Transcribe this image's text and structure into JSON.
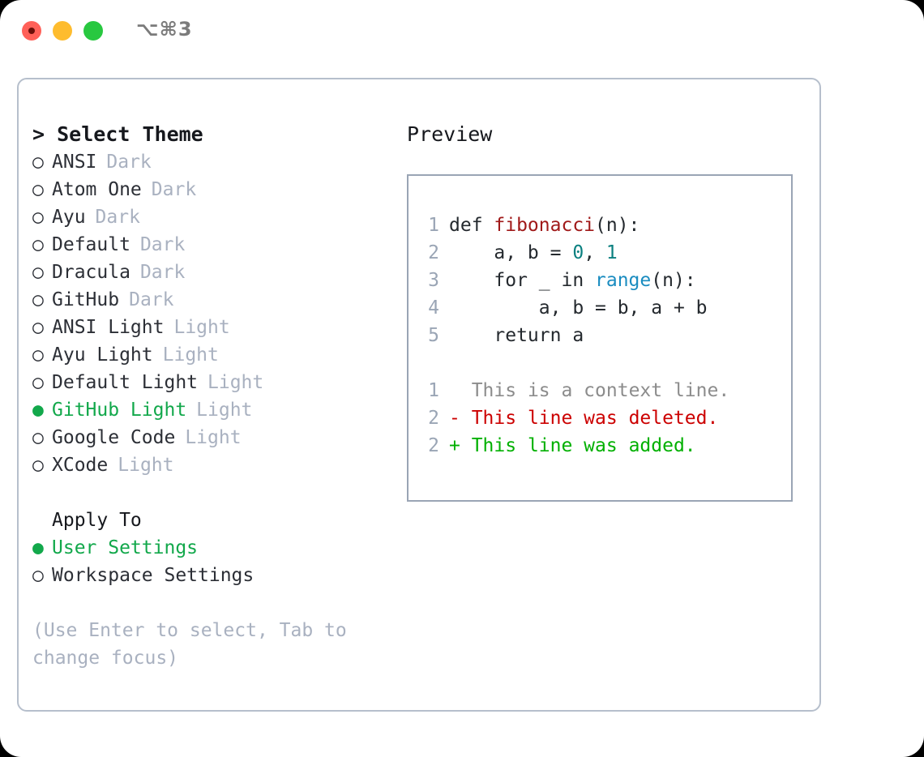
{
  "titlebar": {
    "shortcut": "⌥⌘3",
    "buttons": [
      {
        "name": "close",
        "color": "#ff6058"
      },
      {
        "name": "minimize",
        "color": "#febc2e"
      },
      {
        "name": "maximize",
        "color": "#28c840"
      }
    ]
  },
  "left": {
    "heading": "> Select Theme",
    "themes": [
      {
        "bullet": "○",
        "name": "ANSI",
        "tag": "Dark",
        "selected": false
      },
      {
        "bullet": "○",
        "name": "Atom One",
        "tag": "Dark",
        "selected": false
      },
      {
        "bullet": "○",
        "name": "Ayu",
        "tag": "Dark",
        "selected": false
      },
      {
        "bullet": "○",
        "name": "Default",
        "tag": "Dark",
        "selected": false
      },
      {
        "bullet": "○",
        "name": "Dracula",
        "tag": "Dark",
        "selected": false
      },
      {
        "bullet": "○",
        "name": "GitHub",
        "tag": "Dark",
        "selected": false
      },
      {
        "bullet": "○",
        "name": "ANSI Light",
        "tag": "Light",
        "selected": false
      },
      {
        "bullet": "○",
        "name": "Ayu Light",
        "tag": "Light",
        "selected": false
      },
      {
        "bullet": "○",
        "name": "Default Light",
        "tag": "Light",
        "selected": false
      },
      {
        "bullet": "●",
        "name": "GitHub Light",
        "tag": "Light",
        "selected": true
      },
      {
        "bullet": "○",
        "name": "Google Code",
        "tag": "Light",
        "selected": false
      },
      {
        "bullet": "○",
        "name": "XCode",
        "tag": "Light",
        "selected": false
      }
    ],
    "apply_to": {
      "heading": "Apply To",
      "options": [
        {
          "bullet": "●",
          "name": "User Settings",
          "selected": true
        },
        {
          "bullet": "○",
          "name": "Workspace Settings",
          "selected": false
        }
      ]
    },
    "hint": "(Use Enter to select, Tab to change focus)"
  },
  "right": {
    "preview_label": "Preview",
    "code_lines": [
      {
        "number": "1",
        "tokens": [
          {
            "text": "def ",
            "kind": "plain"
          },
          {
            "text": "fibonacci",
            "kind": "fn"
          },
          {
            "text": "(n):",
            "kind": "plain"
          }
        ]
      },
      {
        "number": "2",
        "tokens": [
          {
            "text": "    a, b = ",
            "kind": "plain"
          },
          {
            "text": "0",
            "kind": "num"
          },
          {
            "text": ", ",
            "kind": "plain"
          },
          {
            "text": "1",
            "kind": "num"
          }
        ]
      },
      {
        "number": "3",
        "tokens": [
          {
            "text": "    for _ in ",
            "kind": "plain"
          },
          {
            "text": "range",
            "kind": "call"
          },
          {
            "text": "(n):",
            "kind": "plain"
          }
        ]
      },
      {
        "number": "4",
        "tokens": [
          {
            "text": "        a, b = b, a + b",
            "kind": "plain"
          }
        ]
      },
      {
        "number": "5",
        "tokens": [
          {
            "text": "    return a",
            "kind": "plain"
          }
        ]
      }
    ],
    "diff_lines": [
      {
        "number": "1",
        "marker": " ",
        "text": " This is a context line.",
        "kind": "context"
      },
      {
        "number": "2",
        "marker": "-",
        "text": " This line was deleted.",
        "kind": "deleted"
      },
      {
        "number": "2",
        "marker": "+",
        "text": " This line was added.",
        "kind": "added"
      }
    ]
  },
  "colors": {
    "accent_green": "#12a84b",
    "muted": "#a9b1c0",
    "border": "#b6bfcc",
    "preview_border": "#9aa5b5",
    "syntax_function": "#a01919",
    "syntax_number": "#0b8080",
    "syntax_call": "#1a8cc0",
    "diff_deleted": "#cc0000",
    "diff_added": "#00b000",
    "diff_context": "#8c8c8c"
  }
}
